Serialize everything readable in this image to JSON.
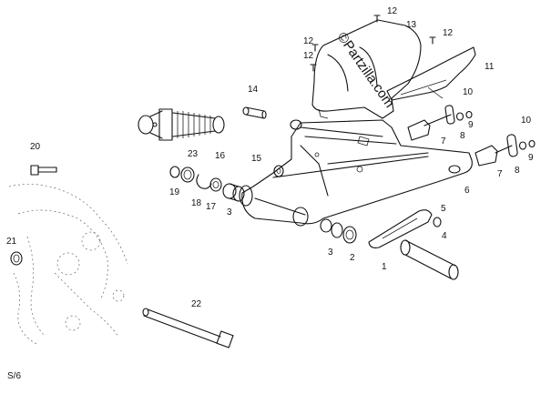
{
  "diagram": {
    "watermark": "©Partzilla.com",
    "stamp": "S/6",
    "callouts": [
      {
        "id": "c1",
        "text": "1"
      },
      {
        "id": "c2",
        "text": "2"
      },
      {
        "id": "c3a",
        "text": "3"
      },
      {
        "id": "c3b",
        "text": "3"
      },
      {
        "id": "c4",
        "text": "4"
      },
      {
        "id": "c5",
        "text": "5"
      },
      {
        "id": "c6",
        "text": "6"
      },
      {
        "id": "c7a",
        "text": "7"
      },
      {
        "id": "c7b",
        "text": "7"
      },
      {
        "id": "c8a",
        "text": "8"
      },
      {
        "id": "c8b",
        "text": "8"
      },
      {
        "id": "c9a",
        "text": "9"
      },
      {
        "id": "c9b",
        "text": "9"
      },
      {
        "id": "c10a",
        "text": "10"
      },
      {
        "id": "c10b",
        "text": "10"
      },
      {
        "id": "c11",
        "text": "11"
      },
      {
        "id": "c12a",
        "text": "12"
      },
      {
        "id": "c12b",
        "text": "12"
      },
      {
        "id": "c12c",
        "text": "12"
      },
      {
        "id": "c12d",
        "text": "12"
      },
      {
        "id": "c13",
        "text": "13"
      },
      {
        "id": "c14",
        "text": "14"
      },
      {
        "id": "c15",
        "text": "15"
      },
      {
        "id": "c16",
        "text": "16"
      },
      {
        "id": "c17",
        "text": "17"
      },
      {
        "id": "c18",
        "text": "18"
      },
      {
        "id": "c19",
        "text": "19"
      },
      {
        "id": "c20",
        "text": "20"
      },
      {
        "id": "c21",
        "text": "21"
      },
      {
        "id": "c22",
        "text": "22"
      },
      {
        "id": "c23",
        "text": "23"
      }
    ]
  }
}
